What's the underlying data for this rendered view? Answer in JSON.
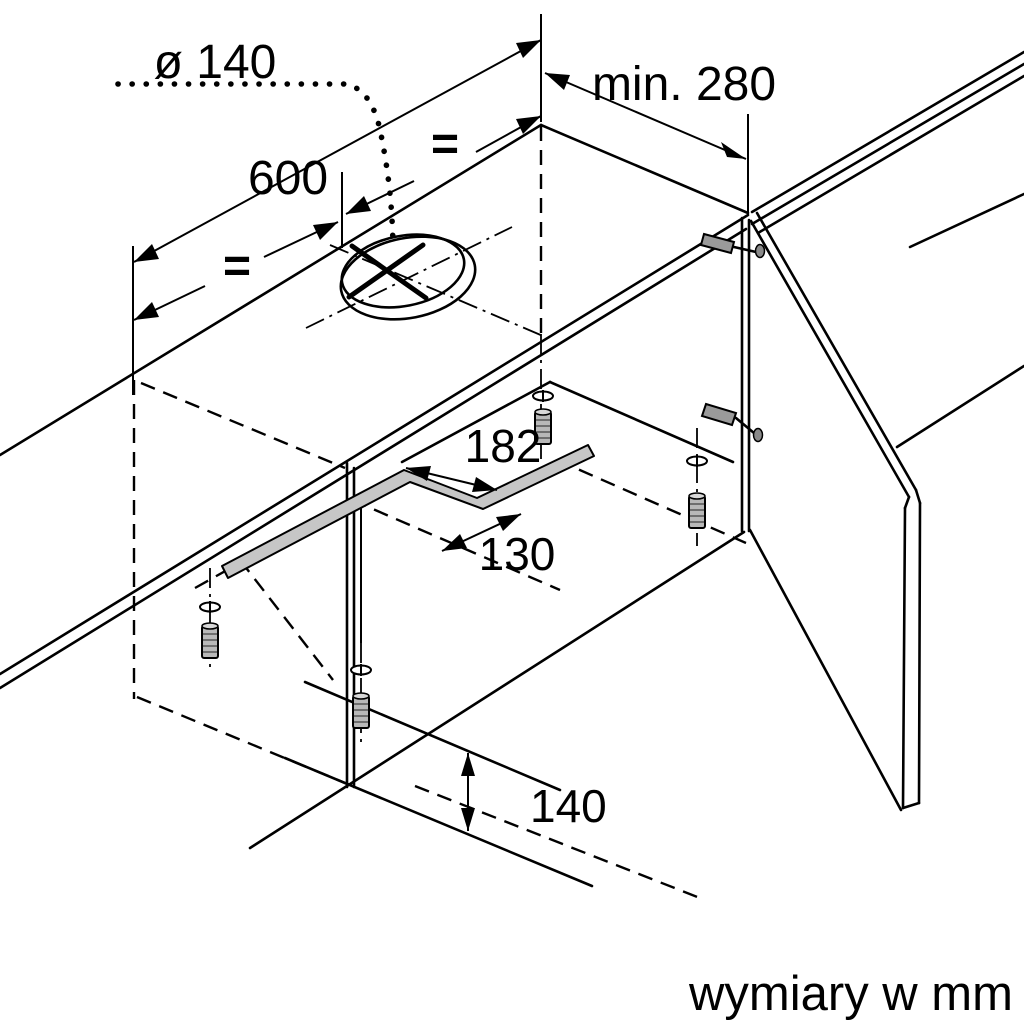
{
  "drawing": {
    "type": "isometric-installation-diagram",
    "subject": "built-in telescopic cooker hood cabinet mounting",
    "caption": "wymiary w mm",
    "labels": {
      "hole_diameter": "ø 140",
      "cabinet_width": "600",
      "niche_min_depth": "min. 280",
      "center_equal_left": "=",
      "center_equal_right": "=",
      "cutout_depth": "182",
      "cutout_offset": "130",
      "front_overhang": "140"
    },
    "colors": {
      "line": "#000000",
      "background": "#ffffff",
      "hardware_fill": "#b8b8b8",
      "plate_fill": "#c6c6c6"
    }
  }
}
